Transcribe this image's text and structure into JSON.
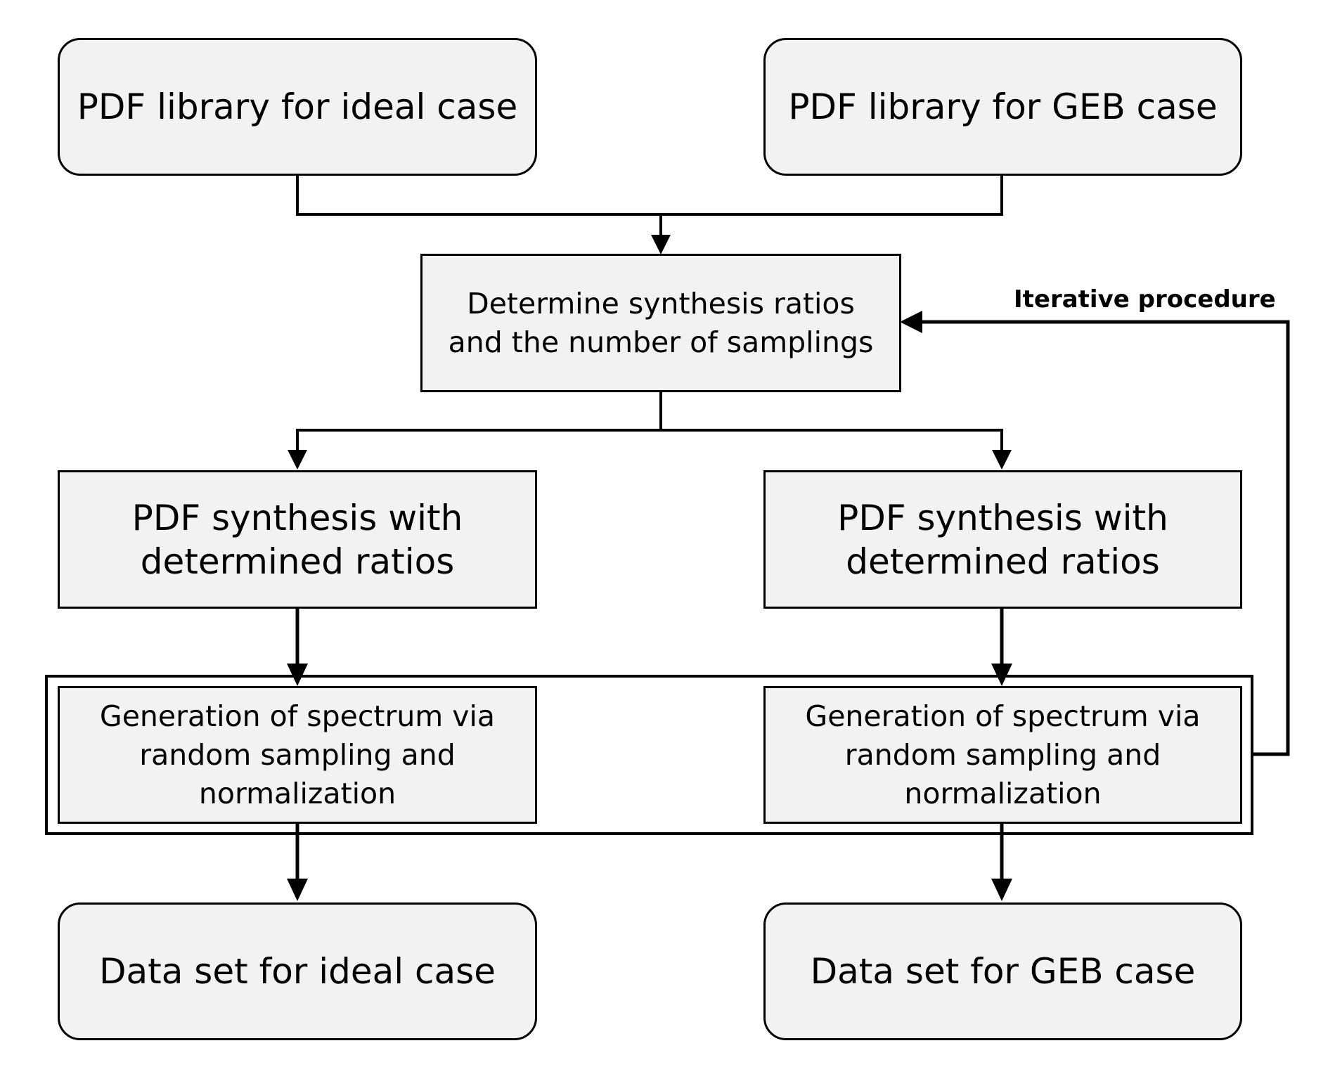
{
  "nodes": {
    "lib_ideal": "PDF library for ideal case",
    "lib_geb": "PDF library for GEB case",
    "determine": [
      "Determine synthesis ratios",
      "and the number of samplings"
    ],
    "synth_left": [
      "PDF synthesis with",
      "determined ratios"
    ],
    "synth_right": [
      "PDF synthesis with",
      "determined ratios"
    ],
    "gen_left": [
      "Generation of spectrum via",
      "random sampling and",
      "normalization"
    ],
    "gen_right": [
      "Generation of spectrum via",
      "random sampling and",
      "normalization"
    ],
    "data_ideal": "Data set for ideal case",
    "data_geb": "Data set for GEB case"
  },
  "loop_label": "Iterative procedure",
  "colors": {
    "box_fill": "#f2f2f2",
    "line": "#000000",
    "background": "#ffffff"
  }
}
